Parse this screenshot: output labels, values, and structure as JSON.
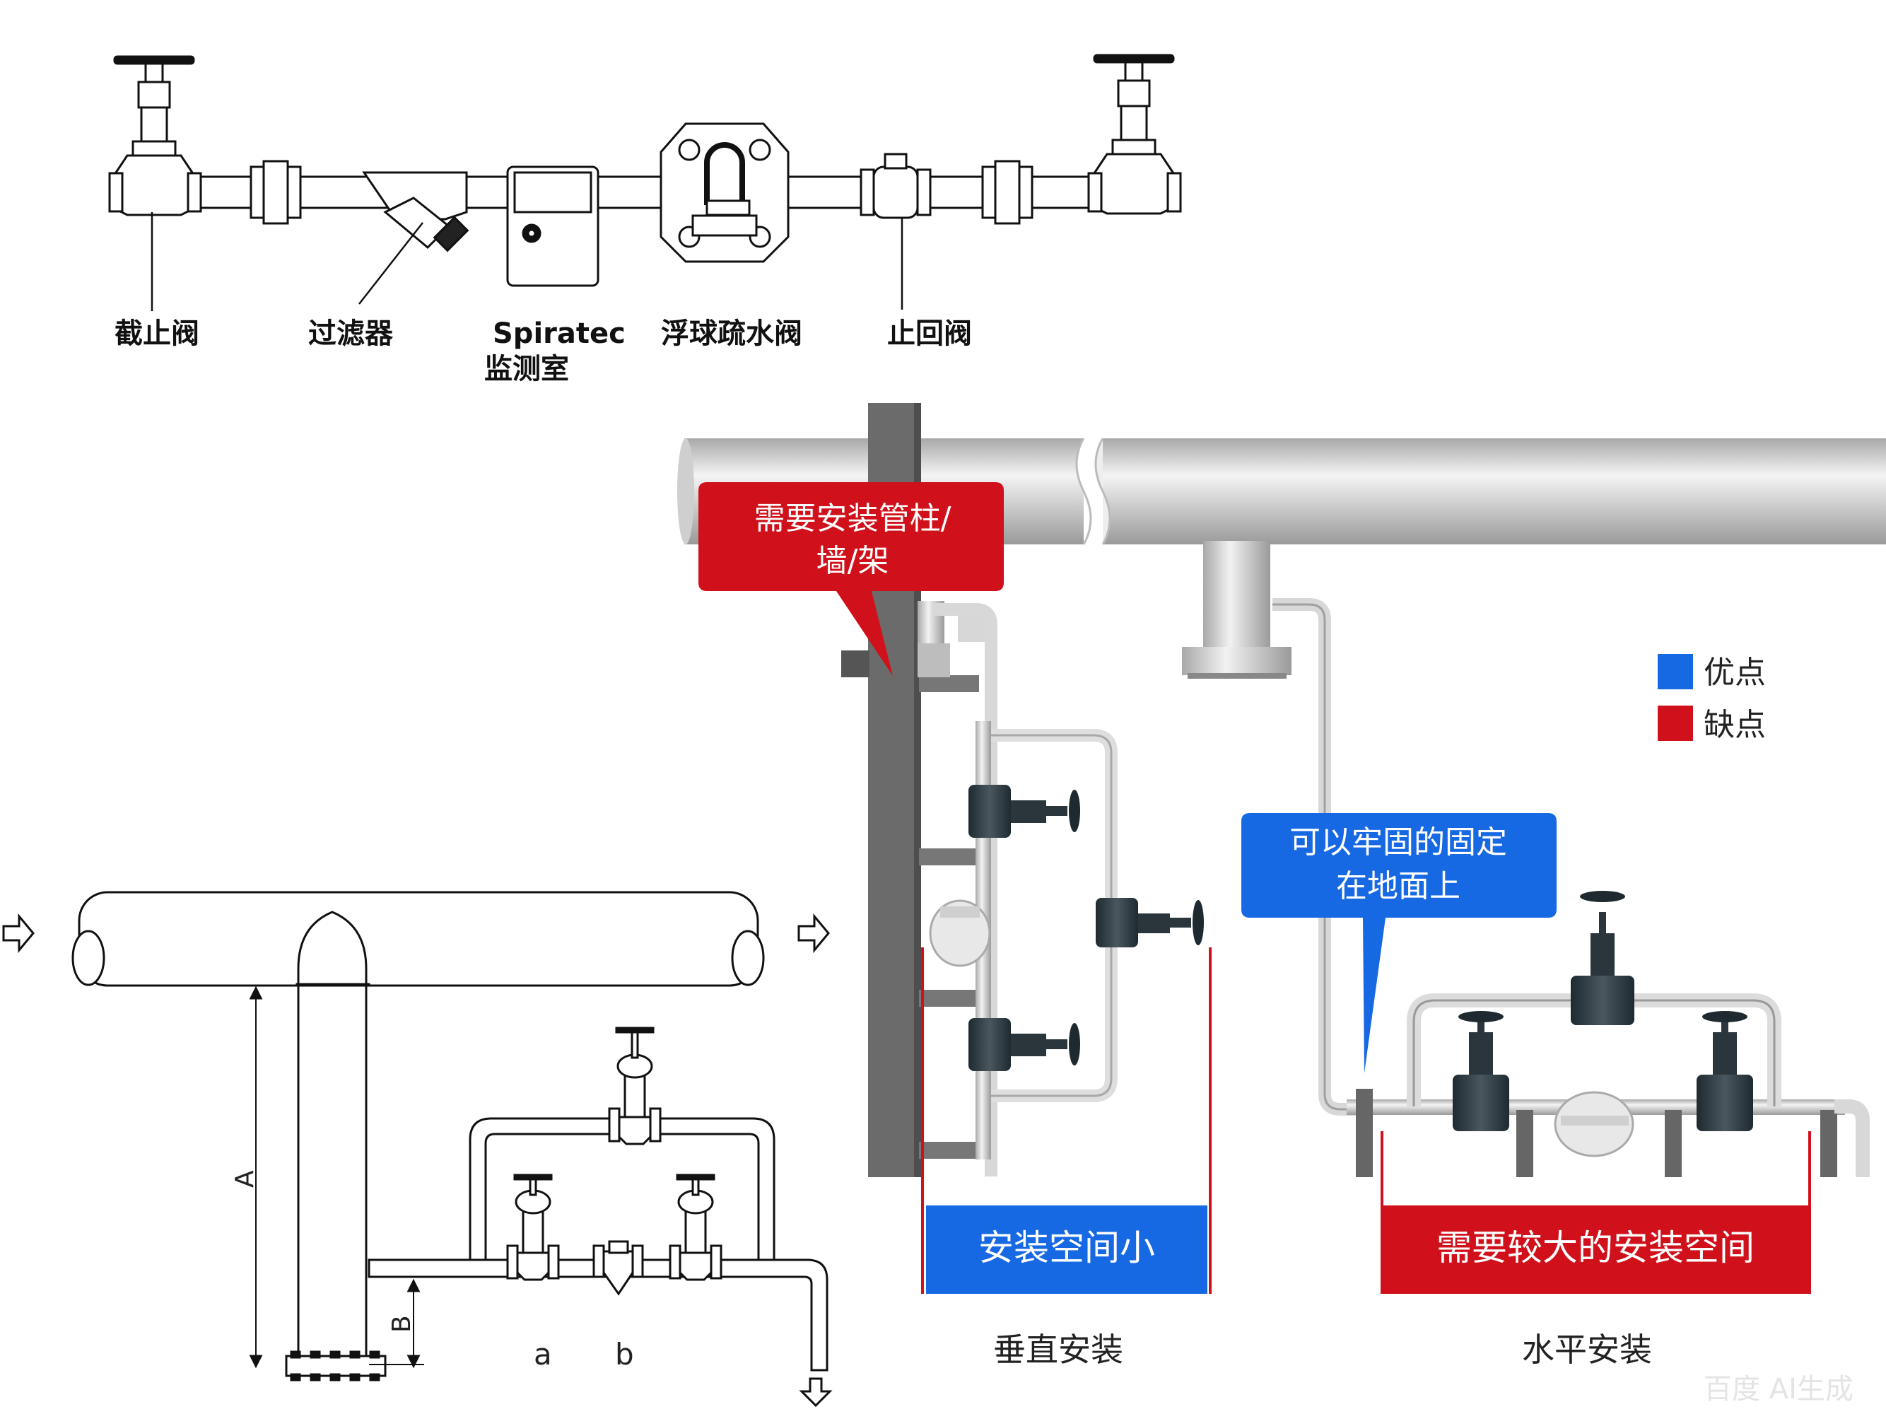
{
  "top_labels": {
    "stop_valve": "截止阀",
    "strainer": "过滤器",
    "spiratec_line1": "Spiratec",
    "spiratec_line2": "监测室",
    "float_trap": "浮球疏水阀",
    "check_valve": "止回阀"
  },
  "callouts": {
    "requires_support_line1": "需要安装管柱/",
    "requires_support_line2": "墙/架",
    "floor_fix_line1": "可以牢固的固定",
    "floor_fix_line2": "在地面上",
    "small_space": "安装空间小",
    "large_space": "需要较大的安装空间"
  },
  "legend": {
    "advantage": "优点",
    "disadvantage": "缺点",
    "advantage_color": "#1668e3",
    "disadvantage_color": "#d0101a"
  },
  "captions": {
    "vertical": "垂直安装",
    "horizontal": "水平安装"
  },
  "dimension_labels": {
    "a_dim": "A",
    "b_dim": "B",
    "valve_a": "a",
    "valve_b": "b"
  },
  "watermark": "百度 AI生成"
}
